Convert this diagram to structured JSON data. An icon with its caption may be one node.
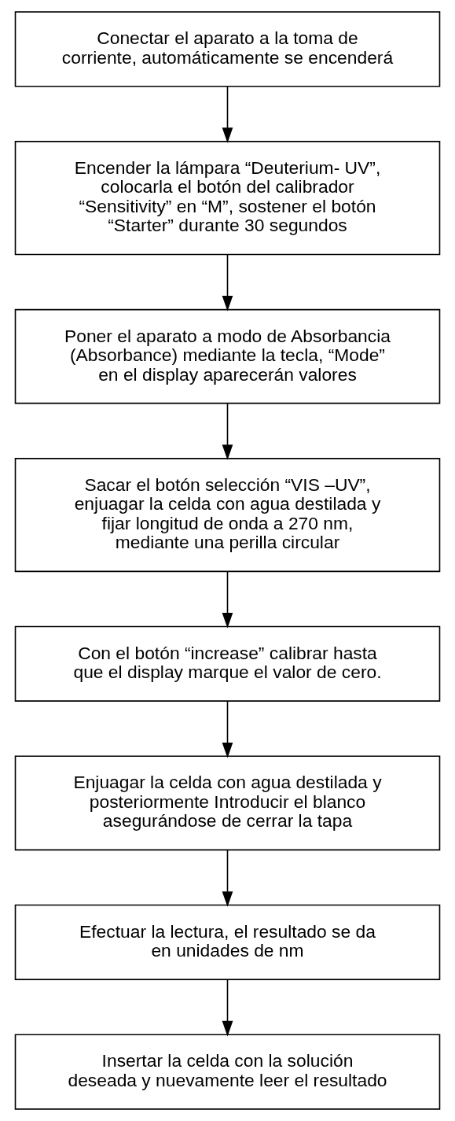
{
  "diagram": {
    "nodes": [
      {
        "text": [
          "Conectar el aparato a la toma de corriente, automáticamente se encenderá"
        ]
      },
      {
        "text": [
          "Encender la lámpara “Deuterium- UV”, colocarla el botón del calibrador “Sensitivity” en “M”, sostener el botón “Starter” durante 30 segundos"
        ]
      },
      {
        "text": [
          "Poner el aparato a modo de Absorbancia (Absorbance) mediante la tecla, “Mode” en el display aparecerán valores"
        ]
      },
      {
        "text": [
          "Sacar el botón selección “VIS –UV”, enjuagar la celda con agua destilada y fijar longitud de onda a 270 nm, mediante una perilla circular"
        ]
      },
      {
        "text": [
          "Con el botón “increase” calibrar hasta que el display marque el valor de cero."
        ]
      },
      {
        "text": [
          "Enjuagar la celda con agua destilada y posteriormente Introducir el blanco asegurándose de cerrar la tapa"
        ]
      },
      {
        "text": [
          "Efectuar la lectura, el resultado se da en unidades de nm"
        ]
      },
      {
        "text": [
          "Insertar la celda con la solución deseada y nuevamente leer el resultado"
        ]
      }
    ],
    "edges": [
      {
        "from": 0,
        "to": 1,
        "arrow": "to"
      },
      {
        "from": 1,
        "to": 2,
        "arrow": "to"
      },
      {
        "from": 2,
        "to": 3,
        "arrow": "to"
      },
      {
        "from": 3,
        "to": 4,
        "arrow": "to"
      },
      {
        "from": 4,
        "to": 5,
        "arrow": "to"
      },
      {
        "from": 5,
        "to": 6,
        "arrow": "to"
      },
      {
        "from": 6,
        "to": 7,
        "arrow": "to"
      }
    ]
  }
}
